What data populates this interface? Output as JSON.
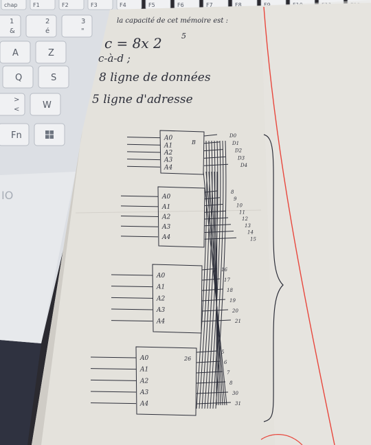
{
  "keyboard": {
    "function_keys": [
      "chap",
      "F1",
      "F2",
      "F3",
      "F4",
      "F5",
      "F6",
      "F7",
      "F8",
      "F9",
      "F10",
      "F11",
      "F12"
    ],
    "rows": [
      [
        {
          "main": "1",
          "sub": "&"
        },
        {
          "main": "2",
          "sub": "é"
        },
        {
          "main": "3",
          "sub": "\""
        }
      ],
      [
        {
          "main": "A"
        },
        {
          "main": "Z"
        }
      ],
      [
        {
          "main": "Q"
        },
        {
          "main": "S"
        }
      ],
      [
        {
          "main": ">",
          "sub": "<"
        },
        {
          "main": "W"
        }
      ],
      [
        {
          "main": "Fn"
        },
        {
          "main": "windows-logo"
        }
      ]
    ],
    "brand_fragment": "IO",
    "colors": {
      "keycap": "#f0f1f3",
      "keycap_edge": "#b7bcc4",
      "chassis": "#dcdfe4"
    }
  },
  "notes": {
    "lines": [
      "la capacité de cet mémoire est :",
      "c = 8x 2",
      "5",
      "c-à-d ;",
      "8 ligne de données",
      "5 ligne d'adresse"
    ]
  },
  "diagram": {
    "chips": [
      {
        "pins": [
          "A0",
          "A1",
          "A2",
          "A3",
          "A4"
        ],
        "side": "B",
        "outputs": [
          "D0",
          "D1",
          "D2",
          "D3",
          "D4"
        ]
      },
      {
        "pins": [
          "A0",
          "A1",
          "A2",
          "A3",
          "A4"
        ],
        "outputs": [
          "8",
          "9",
          "10",
          "11",
          "12",
          "13",
          "14",
          "15"
        ]
      },
      {
        "pins": [
          "A0",
          "A1",
          "A2",
          "A3",
          "A4"
        ],
        "outputs": [
          "16",
          "17",
          "18",
          "19",
          "20",
          "21"
        ]
      },
      {
        "pins": [
          "A0",
          "A1",
          "A2",
          "A3",
          "A4"
        ],
        "side": "26",
        "outputs": [
          "5",
          "6",
          "7",
          "8",
          "30",
          "31"
        ]
      }
    ]
  },
  "colors": {
    "paper": "#e4e2dc",
    "ink": "#2d2f3a",
    "margin_line": "#e8463c",
    "background": "#2b2a30"
  }
}
